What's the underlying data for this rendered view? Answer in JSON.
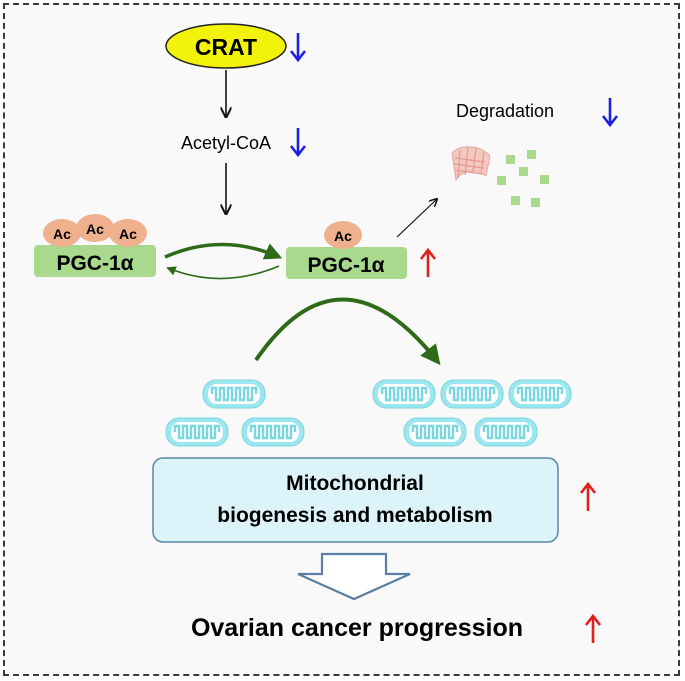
{
  "nodes": {
    "crat": "CRAT",
    "acetyl_coa": "Acetyl-CoA",
    "degradation": "Degradation",
    "pgc_left": "PGC-1α",
    "pgc_right": "PGC-1α",
    "ac_tag": "Ac",
    "mito_box_line1": "Mitochondrial",
    "mito_box_line2": "biogenesis and metabolism",
    "outcome": "Ovarian cancer progression"
  },
  "colors": {
    "down_arrow": "#1f1fe0",
    "up_arrow": "#e0201c",
    "pgc_fill": "#a9d98c",
    "ac_fill": "#efb08e",
    "crat_fill": "#f2f20a",
    "green_arrow": "#2e6b18",
    "mito_fill": "#9be7ef",
    "box_fill": "#ddf3fa"
  },
  "icons": {
    "down": "blue-down-arrow",
    "up": "red-up-arrow",
    "mito": "mitochondrion-icon",
    "degraded_protein": "degraded-protein-icon",
    "big_arrow": "hollow-down-arrow"
  }
}
